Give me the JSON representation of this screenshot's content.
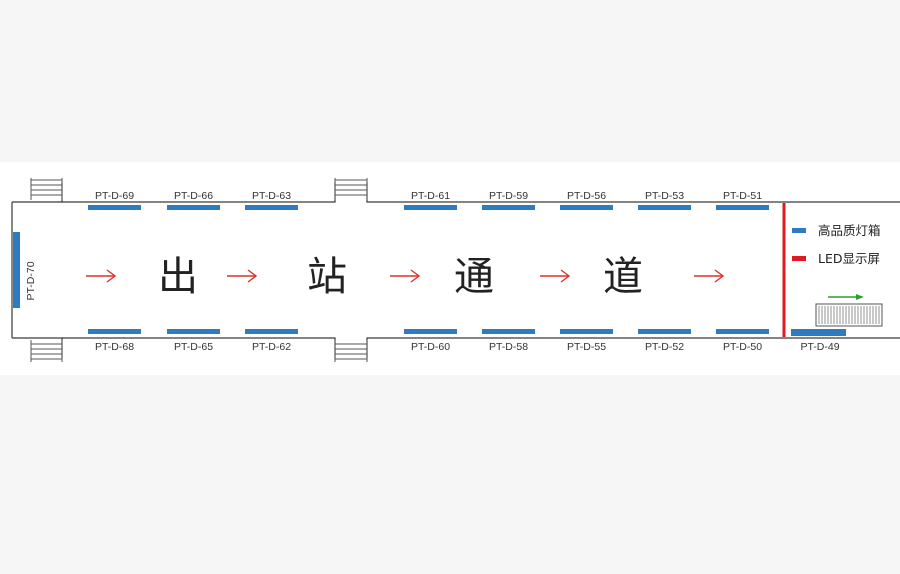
{
  "title_chars": [
    "出",
    "站",
    "通",
    "道"
  ],
  "top_labels": [
    "PT-D-69",
    "PT-D-66",
    "PT-D-63",
    "PT-D-61",
    "PT-D-59",
    "PT-D-56",
    "PT-D-53",
    "PT-D-51"
  ],
  "bottom_labels": [
    "PT-D-68",
    "PT-D-65",
    "PT-D-62",
    "PT-D-60",
    "PT-D-58",
    "PT-D-55",
    "PT-D-52",
    "PT-D-50"
  ],
  "left_label": "PT-D-70",
  "right_label": "PT-D-49",
  "legend": {
    "lightbox": "高品质灯箱",
    "led": "LED显示屏"
  },
  "colors": {
    "lightbox": "#2f7bbf",
    "led": "#e01a22",
    "arrow": "#d9342b",
    "escalator_arrow": "#27a22f"
  }
}
